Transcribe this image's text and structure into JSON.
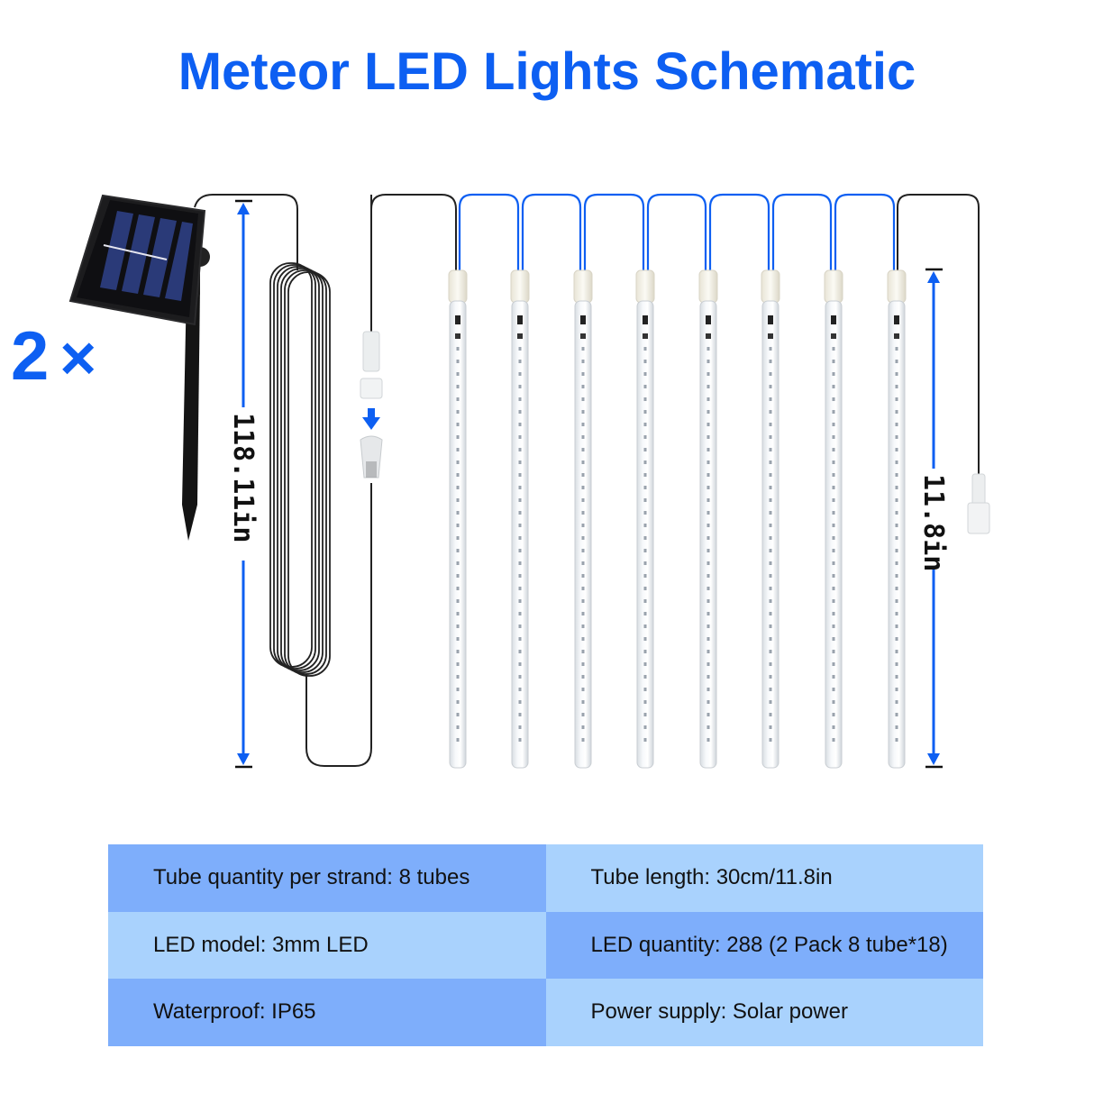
{
  "title": "Meteor LED Lights Schematic",
  "quantity": {
    "number": "2",
    "symbol": "×"
  },
  "dimensions": {
    "cable_length": "118.11in",
    "tube_length": "11.8in"
  },
  "diagram": {
    "tube_count": 8,
    "components": [
      "solar-panel",
      "ground-stake",
      "coiled-cable",
      "connector-pair",
      "meteor-tubes",
      "end-connector"
    ]
  },
  "colors": {
    "accent_blue": "#0d5ff2",
    "table_dark": "#7eaefb",
    "table_light": "#a9d2fd"
  },
  "specs": {
    "rows": [
      {
        "left": "Tube quantity per strand: 8 tubes",
        "right": "Tube length: 30cm/11.8in"
      },
      {
        "left": "LED model: 3mm LED",
        "right": "LED quantity: 288 (2 Pack 8 tube*18)"
      },
      {
        "left": "Waterproof: IP65",
        "right": "Power supply: Solar power"
      }
    ]
  }
}
